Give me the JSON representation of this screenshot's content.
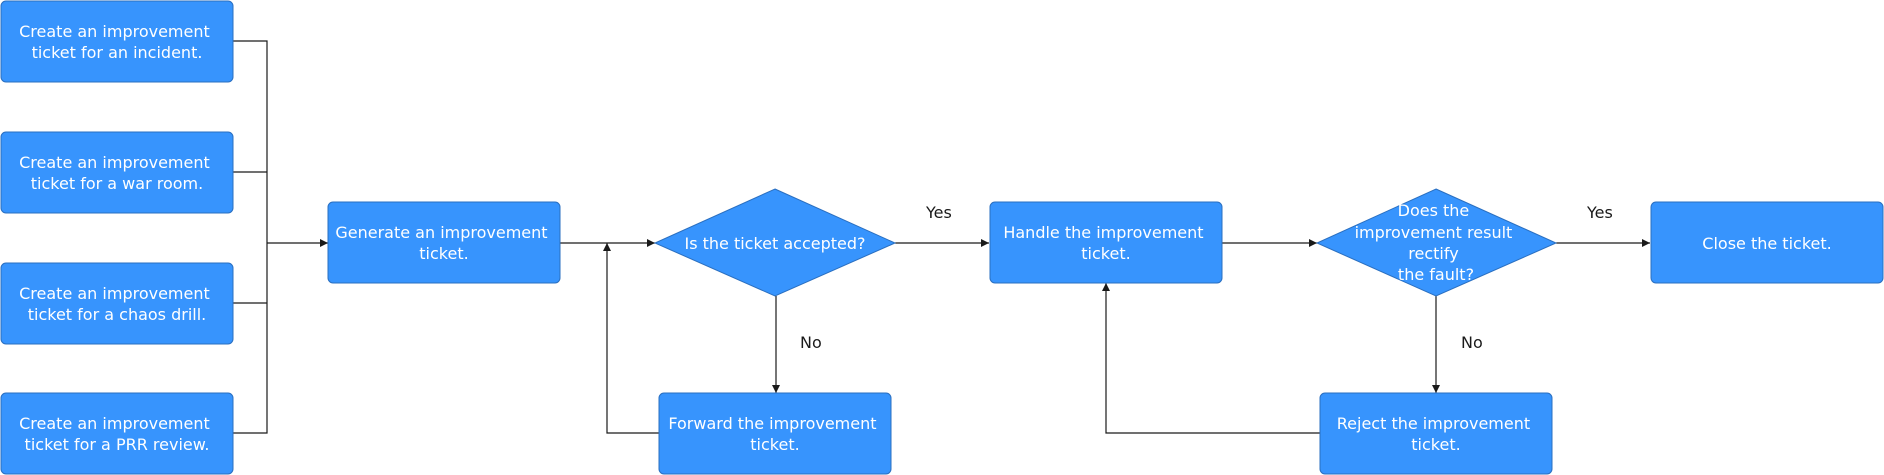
{
  "colors": {
    "node_fill": "#3794fd",
    "node_stroke": "#2a6fc0",
    "text": "#ffffff",
    "line": "#1a1a1a"
  },
  "nodes": {
    "incident": {
      "lines": [
        "Create an improvement",
        "ticket for an incident."
      ]
    },
    "war_room": {
      "lines": [
        "Create an improvement",
        "ticket for a war room."
      ]
    },
    "chaos_drill": {
      "lines": [
        "Create an improvement",
        "ticket for a chaos drill."
      ]
    },
    "prr_review": {
      "lines": [
        "Create an improvement",
        "ticket for a PRR review."
      ]
    },
    "generate": {
      "lines": [
        "Generate an improvement",
        "ticket."
      ]
    },
    "accepted": {
      "lines": [
        "Is the ticket accepted?"
      ]
    },
    "forward": {
      "lines": [
        "Forward the improvement",
        "ticket."
      ]
    },
    "handle": {
      "lines": [
        "Handle the improvement",
        "ticket."
      ]
    },
    "rectify": {
      "lines": [
        "Does the",
        "improvement result",
        "rectify",
        "the fault?"
      ]
    },
    "reject": {
      "lines": [
        "Reject the improvement",
        "ticket."
      ]
    },
    "close": {
      "lines": [
        "Close the ticket."
      ]
    }
  },
  "edge_labels": {
    "accepted_yes": "Yes",
    "accepted_no": "No",
    "rectify_yes": "Yes",
    "rectify_no": "No"
  }
}
